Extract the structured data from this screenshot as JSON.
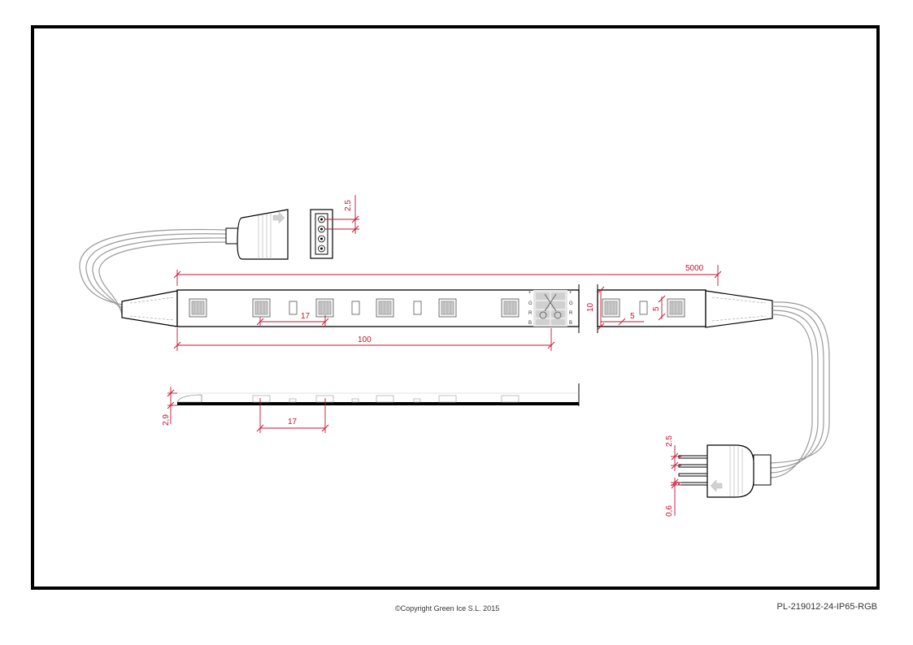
{
  "dimensions": {
    "total_length": "5000",
    "cut_section": "100",
    "led_pitch_top": "17",
    "led_pitch_side": "17",
    "strip_width": "10",
    "led_size_w": "5",
    "led_size_h": "5",
    "strip_height": "2,9",
    "socket_pitch": "2,5",
    "pin_pitch": "2.5",
    "pin_diameter": "0,6"
  },
  "pads": {
    "left": [
      "+",
      "G",
      "R",
      "B"
    ],
    "right": [
      "+",
      "G",
      "R",
      "B"
    ]
  },
  "footer": {
    "copyright": "©Copyright Green Ice S.L. 2015",
    "document_number": "PL-219012-24-IP65-RGB"
  },
  "colors": {
    "dimension": "#c8102e",
    "outline": "#000000",
    "led": "#bdbdbd",
    "cable": "#9a9a9a"
  }
}
